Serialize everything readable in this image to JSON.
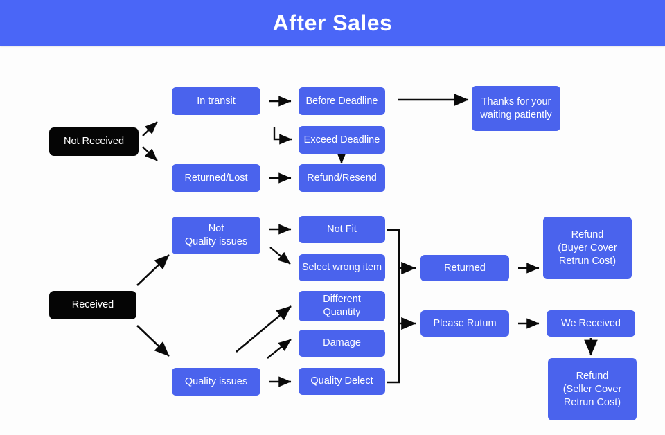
{
  "header": {
    "title": "After Sales",
    "background_color": "#4a66f7",
    "text_color": "#ffffff"
  },
  "palette": {
    "page_background": "#fdfdfd",
    "node_blue": "#4a63ed",
    "node_black": "#050505",
    "arrow_color": "#0a0a0a",
    "node_text": "#ffffff"
  },
  "chart_data": {
    "type": "diagram",
    "title": "After Sales",
    "diagram_kind": "flowchart",
    "branches": [
      {
        "root": "Not Received",
        "paths": [
          [
            "Not Received",
            "In transit",
            "Before Deadline",
            "Thanks for your\nwaiting patiently"
          ],
          [
            "Not Received",
            "In transit",
            "Exceed Deadline",
            "Refund/Resend"
          ],
          [
            "Not Received",
            "Returned/Lost",
            "Refund/Resend"
          ]
        ]
      },
      {
        "root": "Received",
        "paths": [
          [
            "Received",
            "Not\nQuality issues",
            "Not Fit",
            "Returned",
            "Refund\n(Buyer Cover\nRetrun Cost)"
          ],
          [
            "Received",
            "Not\nQuality issues",
            "Select wrong item",
            "Returned",
            "Refund\n(Buyer Cover\nRetrun Cost)"
          ],
          [
            "Received",
            "Quality issues",
            "Different\nQuantity",
            "Please Rutum",
            "We Received",
            "Refund\n(Seller Cover\nRetrun Cost)"
          ],
          [
            "Received",
            "Quality issues",
            "Damage",
            "Please Rutum",
            "We Received",
            "Refund\n(Seller Cover\nRetrun Cost)"
          ],
          [
            "Received",
            "Quality issues",
            "Quality Delect",
            "Please Rutum",
            "We Received",
            "Refund\n(Seller Cover\nRetrun Cost)"
          ]
        ]
      }
    ]
  },
  "nodes": {
    "not_received": "Not Received",
    "in_transit": "In transit",
    "returned_lost": "Returned/Lost",
    "before_deadline": "Before Deadline",
    "exceed_deadline": "Exceed Deadline",
    "refund_resend": "Refund/Resend",
    "thanks_waiting": "Thanks for your\nwaiting patiently",
    "received": "Received",
    "not_quality_issues": "Not\nQuality issues",
    "quality_issues": "Quality issues",
    "not_fit": "Not Fit",
    "select_wrong_item": "Select wrong item",
    "different_quantity": "Different\nQuantity",
    "damage": "Damage",
    "quality_delect": "Quality Delect",
    "returned": "Returned",
    "please_rutum": "Please Rutum",
    "we_received": "We Received",
    "refund_buyer": "Refund\n(Buyer Cover\nRetrun Cost)",
    "refund_seller": "Refund\n(Seller Cover\nRetrun Cost)"
  }
}
